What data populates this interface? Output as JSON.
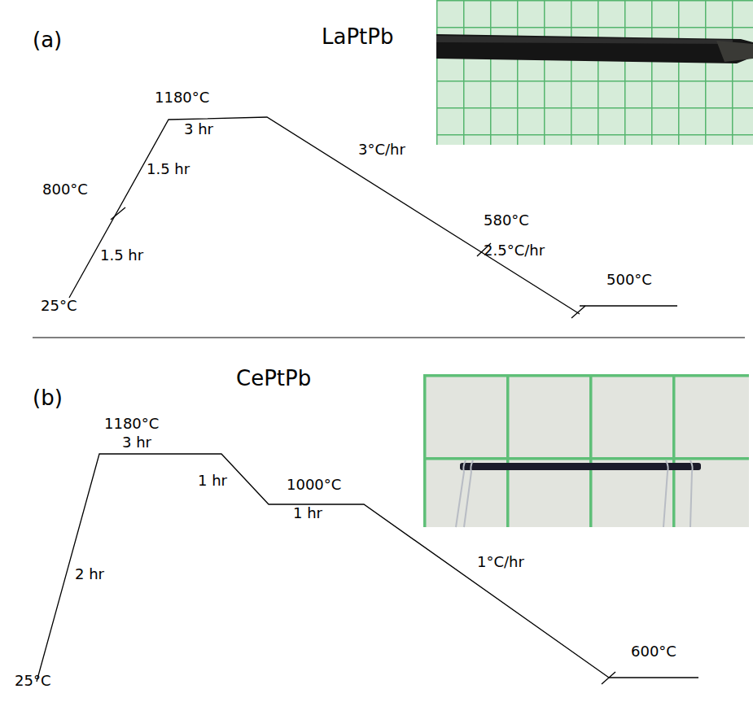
{
  "diagram": {
    "labels": [
      "LaPtPb",
      "(a)",
      "1180°C",
      "3 hr",
      "1.5 hr",
      "800°C",
      "1.5 hr",
      "3°C/hr",
      "580°C",
      "2.5°C/hr",
      "500°C",
      "25°C",
      "CePtPb",
      "(b)",
      "1180°C",
      "3 hr",
      "1 hr",
      "1000°C",
      "1 hr",
      "2 hr",
      "1°C/hr",
      "600°C",
      "25°C"
    ]
  }
}
